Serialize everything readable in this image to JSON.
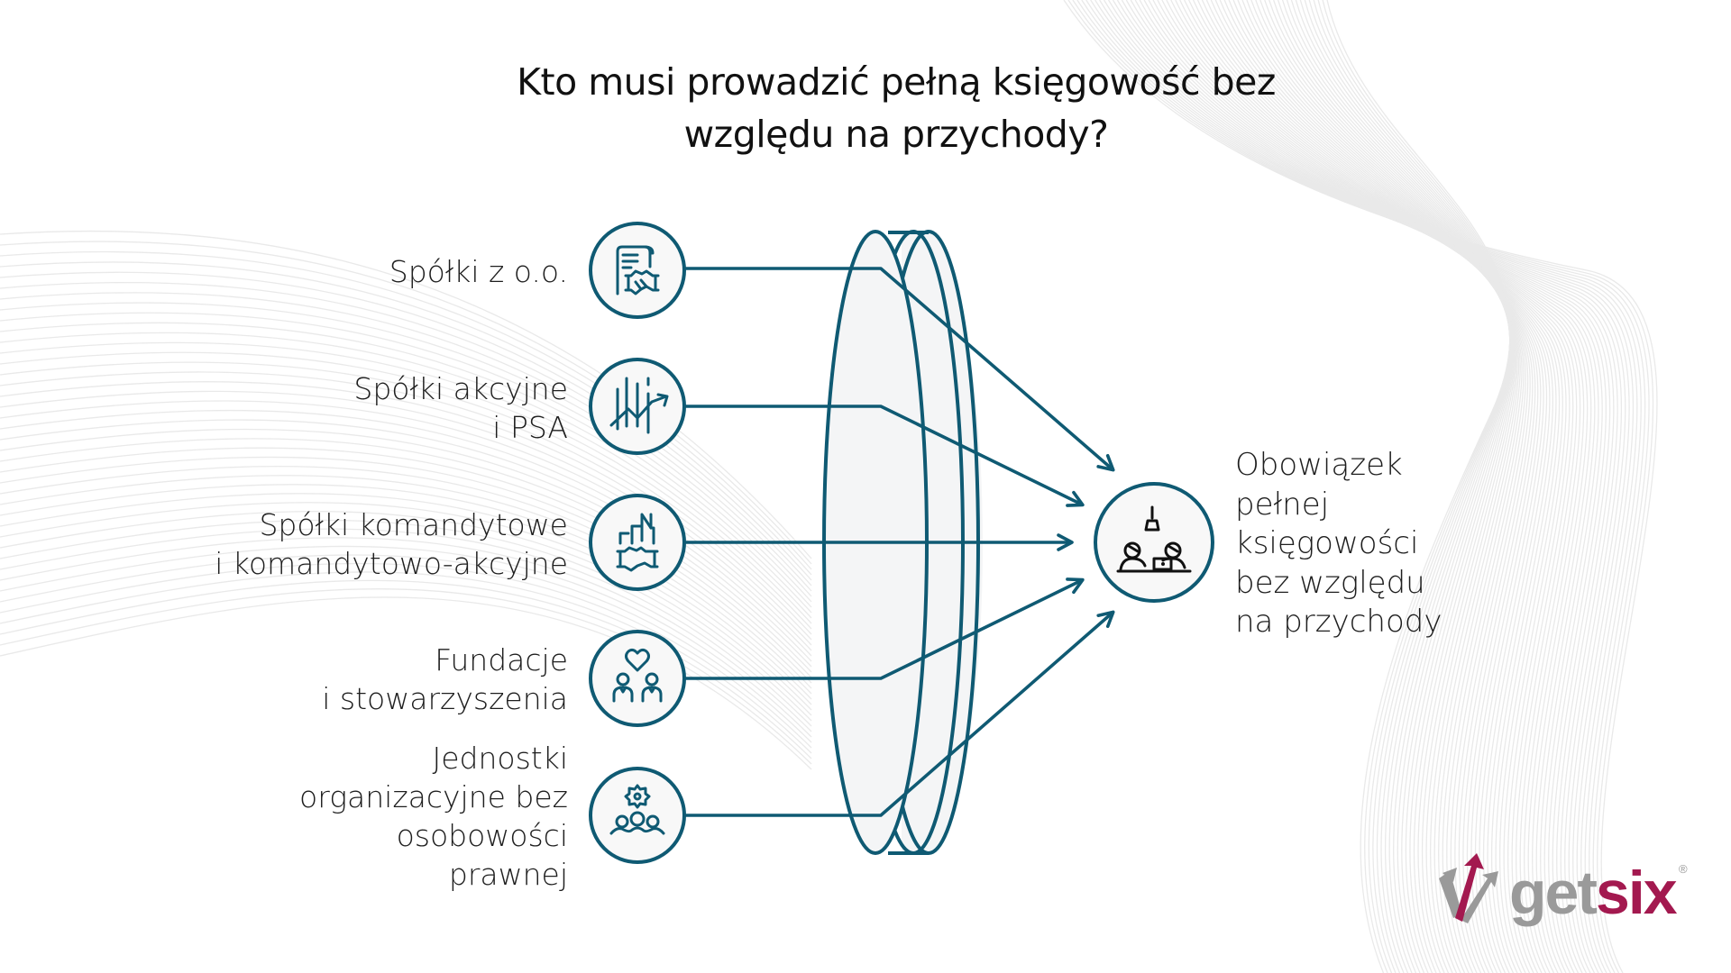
{
  "title": {
    "line1": "Kto musi prowadzić pełną księgowość bez",
    "line2": "względu na przychody?"
  },
  "sources": [
    {
      "lines": [
        "Spółki z o.o."
      ],
      "icon": "contract-handshake-icon"
    },
    {
      "lines": [
        "Spółki akcyjne",
        "i PSA"
      ],
      "icon": "growth-chart-icon"
    },
    {
      "lines": [
        "Spółki komandytowe",
        "i komandytowo-akcyjne"
      ],
      "icon": "buildings-handshake-icon"
    },
    {
      "lines": [
        "Fundacje",
        "i stowarzyszenia"
      ],
      "icon": "people-heart-icon"
    },
    {
      "lines": [
        "Jednostki",
        "organizacyjne bez",
        "osobowości",
        "prawnej"
      ],
      "icon": "group-gear-icon"
    }
  ],
  "target": {
    "lines": [
      "Obowiązek",
      "pełnej",
      "księgowości",
      "bez względu",
      "na przychody"
    ],
    "icon": "accountants-desk-icon"
  },
  "logo": {
    "part1": "get",
    "part2": "six",
    "mark": "®"
  },
  "colors": {
    "accent": "#0f5a73",
    "lens_fill": "#f4f5f6",
    "circle_fill": "#f8f8f8",
    "brand_gray": "#9a9a9a",
    "brand_red": "#a3194f",
    "text": "#1e1e1e"
  }
}
